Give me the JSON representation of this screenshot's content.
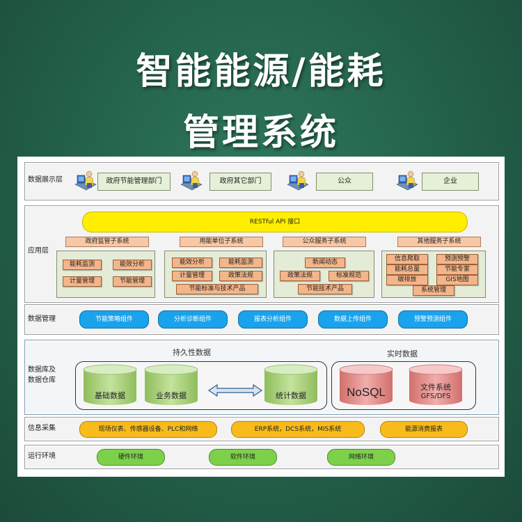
{
  "title": {
    "line1": "智能能源/能耗",
    "line2": "管理系统"
  },
  "layers": {
    "presentation": {
      "label": "数据展示层",
      "groups": [
        "政府节能管理部门",
        "政府其它部门",
        "公众",
        "企业"
      ]
    },
    "application": {
      "label": "应用层",
      "api": "RESTful  API 接口",
      "subsystems": [
        {
          "name": "政府监管子系统",
          "items": [
            "能耗监测",
            "能效分析",
            "计量管理",
            "节能管理"
          ]
        },
        {
          "name": "用能单位子系统",
          "items": [
            "能效分析",
            "能耗监测",
            "计量管理",
            "政策法规",
            "节能标准与技术产品"
          ]
        },
        {
          "name": "公众服务子系统",
          "items": [
            "新闻动态",
            "政策法规",
            "标准规范",
            "节能技术产品"
          ]
        },
        {
          "name": "其他服务子系统",
          "items": [
            "信息爬取",
            "预测预警",
            "能耗总量",
            "节能专家",
            "碳排放",
            "GIS地图",
            "系统管理"
          ]
        }
      ]
    },
    "data_management": {
      "label": "数据管理",
      "components": [
        "节能策略组件",
        "分析诊断组件",
        "报表分析组件",
        "数据上传组件",
        "预警预测组件"
      ]
    },
    "database": {
      "label_line1": "数据库及",
      "label_line2": "数据仓库",
      "persistent": {
        "title": "持久性数据",
        "cylinders": [
          "基础数据",
          "业务数据",
          "统计数据"
        ]
      },
      "realtime": {
        "title": "实时数据",
        "nosql": "NoSQL",
        "fs_line1": "文件系统",
        "fs_line2": "GFS/DFS"
      }
    },
    "collection": {
      "label": "信息采集",
      "items": [
        "现场仪表、传感器设备、PLC和网络",
        "ERP系统，DCS系统，MIS系统",
        "能源消费报表"
      ]
    },
    "runtime": {
      "label": "运行环境",
      "items": [
        "硬件环境",
        "软件环境",
        "网络环境"
      ]
    }
  },
  "colors": {
    "background": "#236049",
    "api": "#ffee00",
    "component": "#1aa3ec",
    "collection": "#f7bb1c",
    "runtime": "#7dd14a",
    "persistent_cylinder": "#a9cf7c",
    "realtime_cylinder": "#e58a88"
  },
  "icons": [
    "person-at-computer-icon",
    "double-arrow-icon",
    "database-cylinder-icon"
  ]
}
